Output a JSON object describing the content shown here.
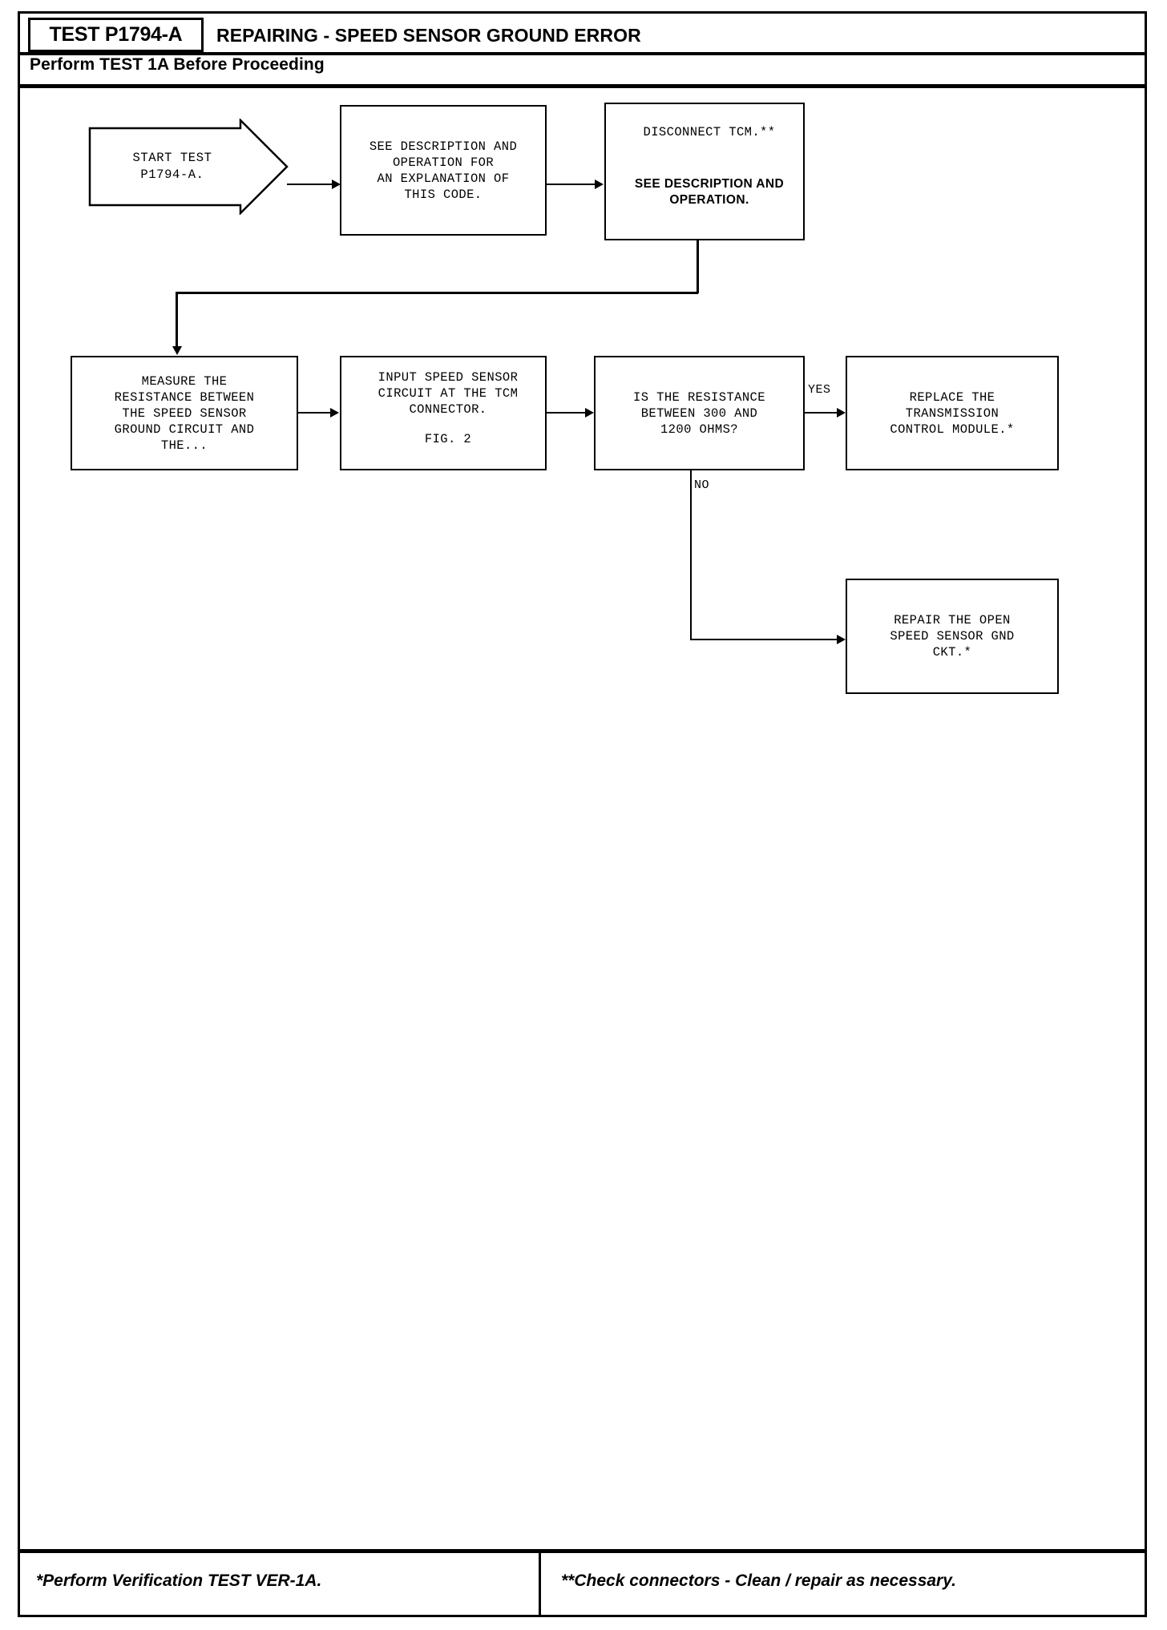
{
  "header": {
    "test_code": "TEST P1794-A",
    "title": "REPAIRING - SPEED SENSOR GROUND ERROR",
    "subtitle": "Perform TEST 1A Before Proceeding"
  },
  "footer": {
    "left_note": "*Perform Verification TEST VER-1A.",
    "right_note": "**Check connectors - Clean / repair as necessary."
  },
  "flowchart": {
    "nodes": [
      {
        "id": "start",
        "label": "START TEST\nP1794-A."
      },
      {
        "id": "see-desc-op",
        "label": "SEE  DESCRIPTION AND\nOPERATION FOR\nAN EXPLANATION OF\nTHIS CODE."
      },
      {
        "id": "disconnect",
        "label": "DISCONNECT TCM.**"
      },
      {
        "id": "disconnect2",
        "label": "SEE  DESCRIPTION AND\nOPERATION."
      },
      {
        "id": "measure",
        "label": "MEASURE THE\nRESISTANCE BETWEEN\nTHE SPEED SENSOR\nGROUND CIRCUIT AND\nTHE..."
      },
      {
        "id": "input-speed",
        "label": "INPUT SPEED SENSOR\nCIRCUIT AT THE TCM\nCONNECTOR."
      },
      {
        "id": "input-fig",
        "label": "FIG. 2"
      },
      {
        "id": "decision",
        "label": "IS THE RESISTANCE\nBETWEEN 300 AND\n1200 OHMS?"
      },
      {
        "id": "replace-tcm",
        "label": "REPLACE THE\nTRANSMISSION\nCONTROL MODULE.*"
      },
      {
        "id": "repair-open",
        "label": "REPAIR THE OPEN\nSPEED SENSOR GND\nCKT.*"
      }
    ],
    "edge_labels": {
      "yes": "YES",
      "no": "NO"
    }
  },
  "colors": {
    "ink": "#000000",
    "paper": "#ffffff"
  }
}
